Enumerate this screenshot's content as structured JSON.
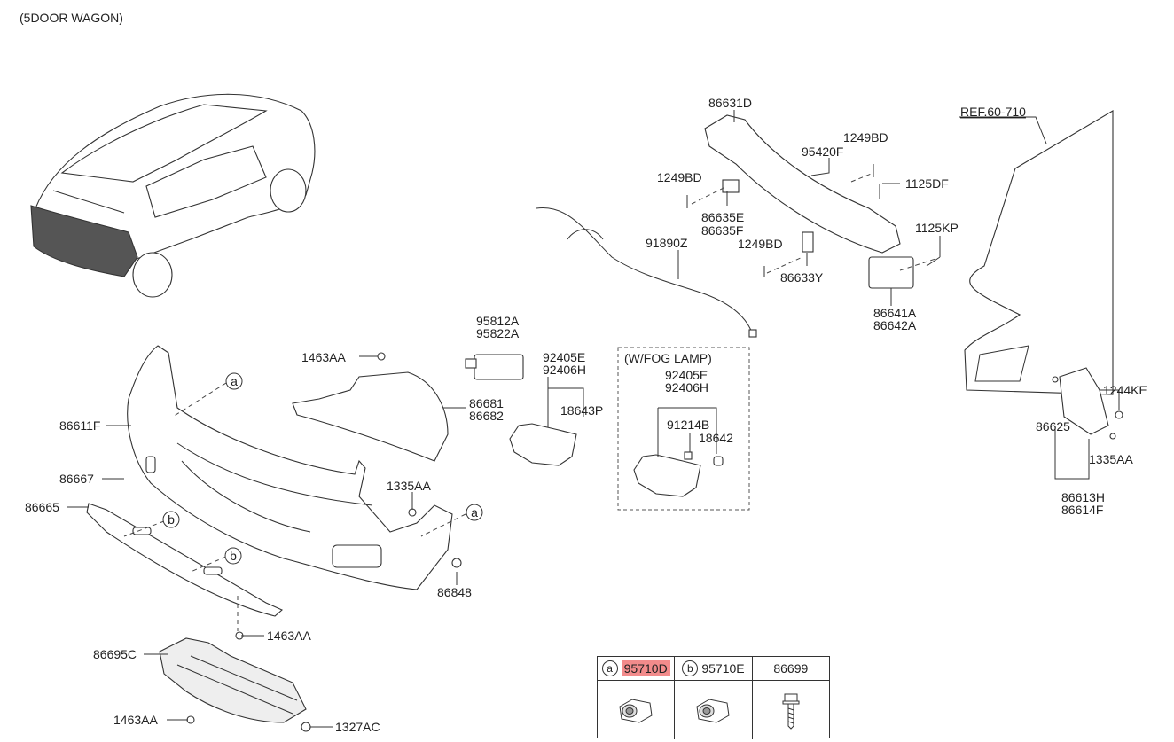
{
  "header": {
    "variant": "(5DOOR WAGON)"
  },
  "labels": {
    "l86631D": "86631D",
    "l1249BD_a": "1249BD",
    "l95420F": "95420F",
    "l1249BD_b": "1249BD",
    "l1125DF": "1125DF",
    "l86635E": "86635E",
    "l86635F": "86635F",
    "l91890Z": "91890Z",
    "l1249BD_c": "1249BD",
    "l1125KP": "1125KP",
    "l86633Y": "86633Y",
    "l86641A": "86641A",
    "l86642A": "86642A",
    "l95812A": "95812A",
    "l95822A": "95822A",
    "l1463AA_a": "1463AA",
    "l92405E_a": "92405E",
    "l92406H_a": "92406H",
    "l18643P": "18643P",
    "l86681": "86681",
    "l86682": "86682",
    "l86611F": "86611F",
    "l86667": "86667",
    "l86665": "86665",
    "l1335AA_a": "1335AA",
    "l86848": "86848",
    "l1463AA_b": "1463AA",
    "l86695C": "86695C",
    "l1463AA_c": "1463AA",
    "l1327AC": "1327AC",
    "wfog_title": "(W/FOG LAMP)",
    "l92405E_b": "92405E",
    "l92406H_b": "92406H",
    "l91214B": "91214B",
    "l18642": "18642",
    "ref": "REF.60-710",
    "l1244KE": "1244KE",
    "l86625": "86625",
    "l1335AA_b": "1335AA",
    "l86613H": "86613H",
    "l86614F": "86614F",
    "callout_a": "a",
    "callout_b": "b"
  },
  "legend": {
    "col_a_letter": "a",
    "col_a_part": "95710D",
    "col_b_letter": "b",
    "col_b_part": "95710E",
    "col_c_part": "86699"
  },
  "colors": {
    "highlight": "#f28b8b",
    "line": "#333333"
  }
}
